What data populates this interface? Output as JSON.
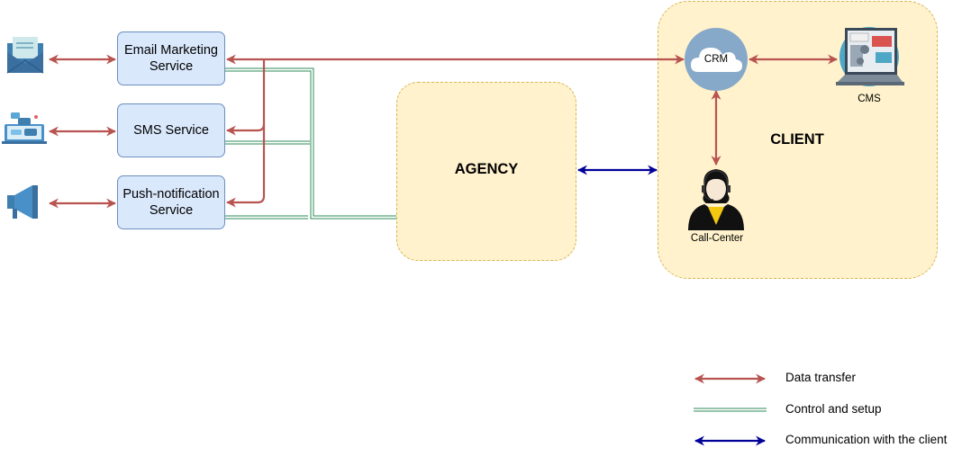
{
  "services": {
    "email": "Email Marketing\nService",
    "sms": "SMS Service",
    "push": "Push-notification\nService"
  },
  "agency": {
    "title": "AGENCY"
  },
  "client": {
    "title": "CLIENT",
    "crm_label": "CRM",
    "cms_label": "CMS",
    "callcenter_label": "Call-Center"
  },
  "legend": {
    "data_transfer": "Data transfer",
    "control_setup": "Control and setup",
    "communication": "Communication with the client"
  },
  "colors": {
    "data_transfer": "#b85450",
    "control_setup": "#2e8b57",
    "communication": "#000099",
    "service_fill": "#dae8fc",
    "service_stroke": "#6c8ebf",
    "group_fill": "#fff2cc",
    "group_stroke": "#d6b656"
  }
}
